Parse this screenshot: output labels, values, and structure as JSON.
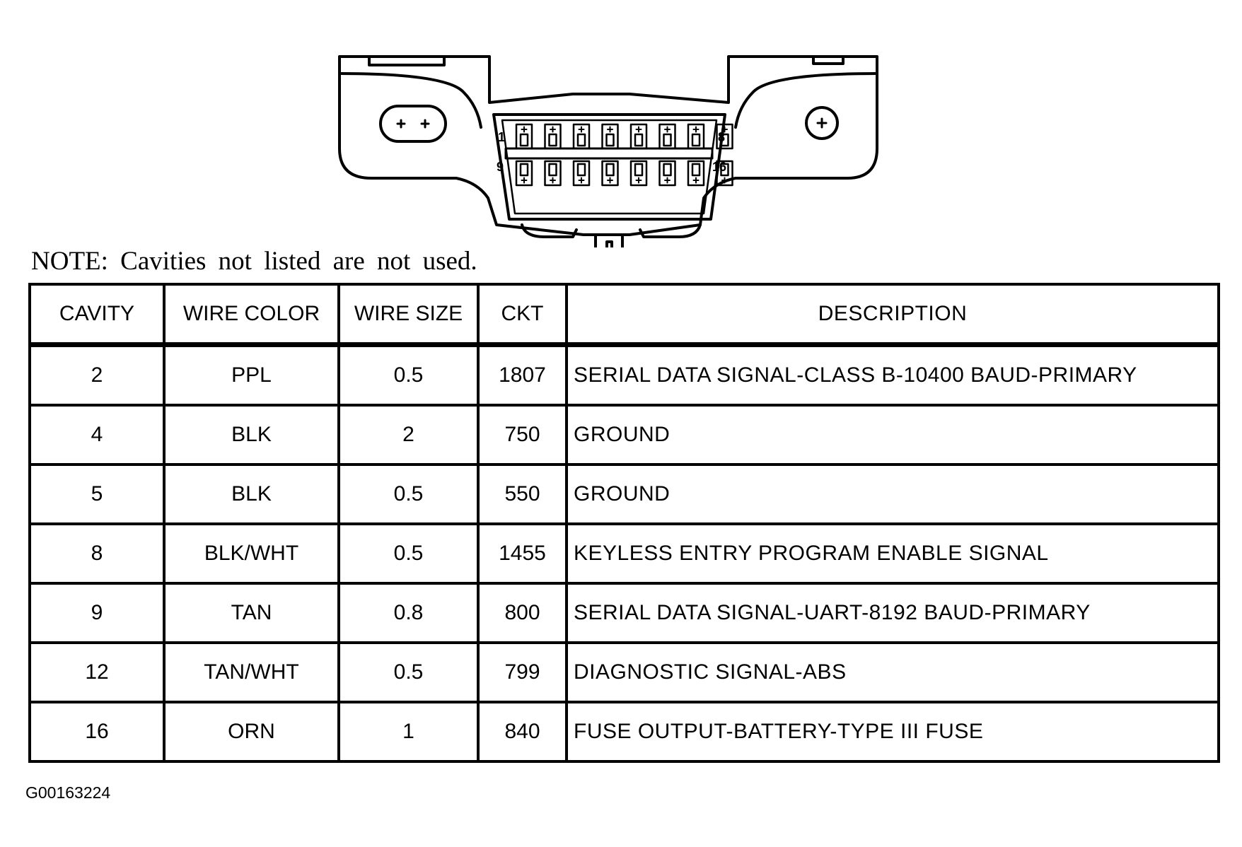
{
  "note": "NOTE: Cavities not listed are not used.",
  "figure_id": "G00163224",
  "connector": {
    "pin_labels": {
      "top_left": "1",
      "top_right": "8",
      "bottom_left": "9",
      "bottom_right": "16"
    }
  },
  "table": {
    "headers": {
      "cavity": "CAVITY",
      "wire_color": "WIRE COLOR",
      "wire_size": "WIRE SIZE",
      "ckt": "CKT",
      "description": "DESCRIPTION"
    },
    "rows": [
      {
        "cavity": "2",
        "wire_color": "PPL",
        "wire_size": "0.5",
        "ckt": "1807",
        "description": "SERIAL DATA SIGNAL-CLASS B-10400 BAUD-PRIMARY"
      },
      {
        "cavity": "4",
        "wire_color": "BLK",
        "wire_size": "2",
        "ckt": "750",
        "description": "GROUND"
      },
      {
        "cavity": "5",
        "wire_color": "BLK",
        "wire_size": "0.5",
        "ckt": "550",
        "description": "GROUND"
      },
      {
        "cavity": "8",
        "wire_color": "BLK/WHT",
        "wire_size": "0.5",
        "ckt": "1455",
        "description": "KEYLESS ENTRY PROGRAM ENABLE SIGNAL"
      },
      {
        "cavity": "9",
        "wire_color": "TAN",
        "wire_size": "0.8",
        "ckt": "800",
        "description": "SERIAL DATA SIGNAL-UART-8192 BAUD-PRIMARY"
      },
      {
        "cavity": "12",
        "wire_color": "TAN/WHT",
        "wire_size": "0.5",
        "ckt": "799",
        "description": "DIAGNOSTIC SIGNAL-ABS"
      },
      {
        "cavity": "16",
        "wire_color": "ORN",
        "wire_size": "1",
        "ckt": "840",
        "description": "FUSE OUTPUT-BATTERY-TYPE III FUSE"
      }
    ]
  }
}
